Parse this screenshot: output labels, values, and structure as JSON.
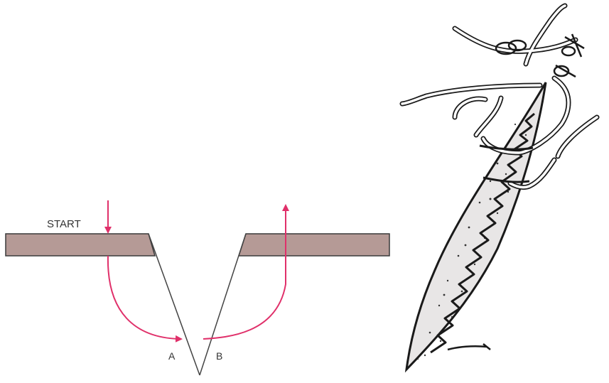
{
  "left_panel": {
    "start_label": "START",
    "point_a_label": "A",
    "point_b_label": "B",
    "tissue_fill": "#b59a96",
    "tissue_stroke": "#3a3a3a",
    "suture_color": "#e0306a",
    "line_color": "#444444"
  },
  "right_panel": {
    "wound_fill": "#e8e6e6",
    "ink": "#1a1a1a",
    "thread_fill": "#ffffff"
  }
}
